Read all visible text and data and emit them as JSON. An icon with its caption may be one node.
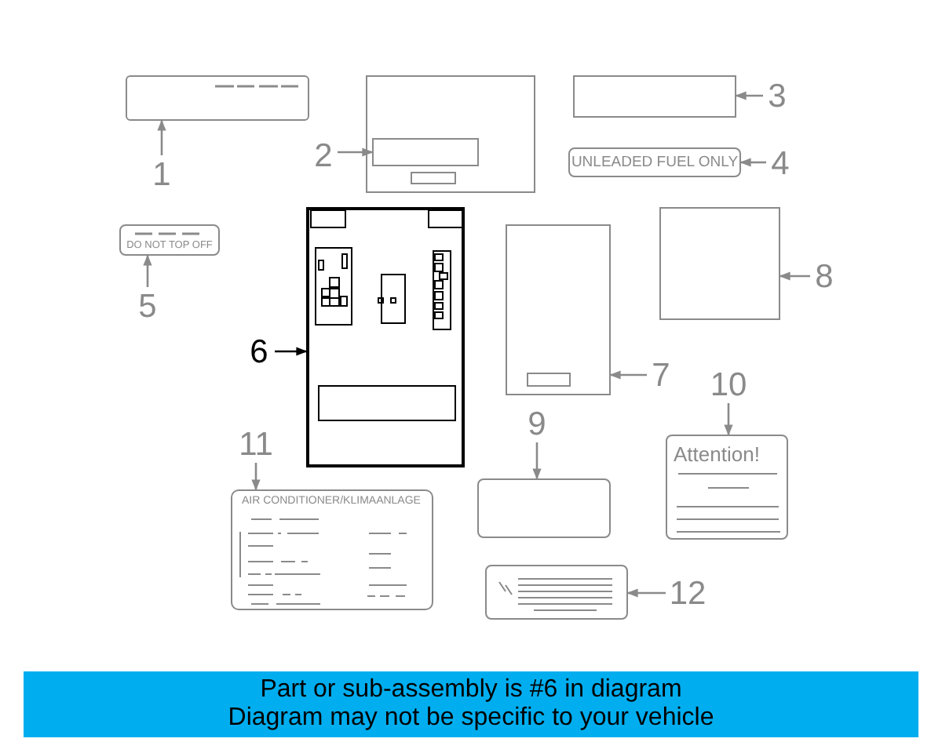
{
  "diagram": {
    "nodes": [
      {
        "text": [],
        "shape": "box"
      },
      {
        "text": [
          "1"
        ]
      },
      {
        "text": [],
        "shape": "box"
      },
      {
        "text": [],
        "shape": "box",
        "in": 2
      },
      {
        "text": [
          "2"
        ]
      },
      {
        "text": [],
        "shape": "box"
      },
      {
        "text": [
          "3"
        ]
      },
      {
        "text": [
          "UNLEADED FUEL ONLY"
        ]
      },
      {
        "text": [
          "4"
        ]
      },
      {
        "text": [
          "DO NOT TOP OFF"
        ]
      },
      {
        "text": [
          "5"
        ]
      },
      {
        "text": [],
        "shape": "box"
      },
      {
        "text": [
          "6"
        ]
      },
      {
        "text": [],
        "shape": "box"
      },
      {
        "text": [
          "7"
        ]
      },
      {
        "text": [],
        "shape": "box"
      },
      {
        "text": [
          "8"
        ]
      },
      {
        "text": [
          "9"
        ]
      },
      {
        "text": [],
        "shape": "box"
      },
      {
        "text": [
          "10"
        ]
      },
      {
        "text": [
          "Attention!"
        ]
      },
      {
        "text": [
          "11"
        ]
      },
      {
        "text": [
          "AIR CONDITIONER/KLIMAANLAGE"
        ]
      },
      {
        "text": [],
        "shape": "box"
      },
      {
        "text": [
          "12"
        ]
      }
    ],
    "edges": [
      {
        "from": 1,
        "to": 0,
        "arrow": "to"
      },
      {
        "from": 4,
        "to": 3,
        "arrow": "to"
      },
      {
        "from": 6,
        "to": 5,
        "arrow": "to"
      },
      {
        "from": 8,
        "to": 7,
        "arrow": "to"
      },
      {
        "from": 10,
        "to": 9,
        "arrow": "to"
      },
      {
        "from": 12,
        "to": 11,
        "arrow": "to",
        "color": "#000000"
      },
      {
        "from": 14,
        "to": 13,
        "arrow": "to"
      },
      {
        "from": 16,
        "to": 15,
        "arrow": "to"
      },
      {
        "from": 17,
        "to": 18,
        "arrow": "to"
      },
      {
        "from": 19,
        "to": 20,
        "arrow": "to"
      },
      {
        "from": 21,
        "to": 22,
        "arrow": "to"
      },
      {
        "from": 24,
        "to": 23,
        "arrow": "to"
      }
    ],
    "labels": [
      "Part or sub-assembly is #6 in diagram",
      "Diagram may not be specific to your vehicle"
    ]
  }
}
